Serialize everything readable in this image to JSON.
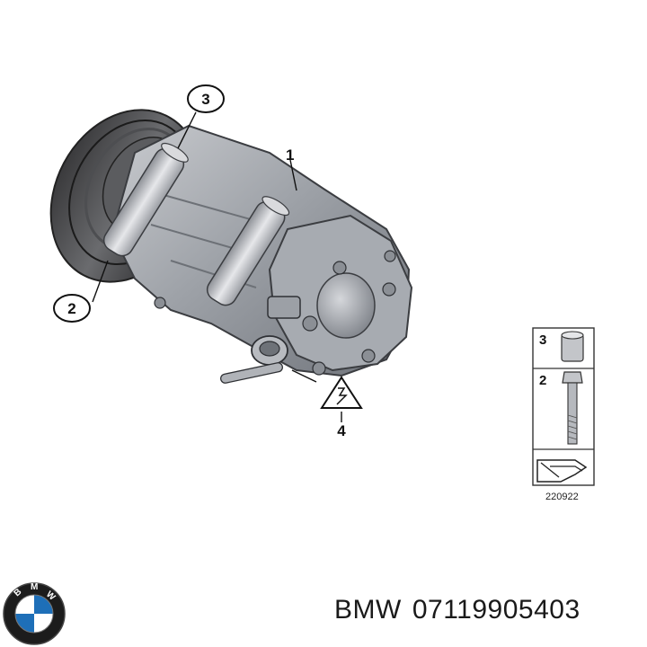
{
  "diagram": {
    "callouts": [
      "1",
      "2",
      "3",
      "4"
    ],
    "legend": {
      "rows": [
        {
          "number": "3",
          "part": "sleeve"
        },
        {
          "number": "2",
          "part": "bolt"
        }
      ],
      "code": "220922"
    }
  },
  "logo": {
    "letters": "BMW",
    "colors": {
      "ring": "#1c1c1c",
      "blue": "#1e6fb8",
      "white": "#ffffff"
    }
  },
  "caption": {
    "brand": "BMW",
    "part_number": "07119905403"
  }
}
